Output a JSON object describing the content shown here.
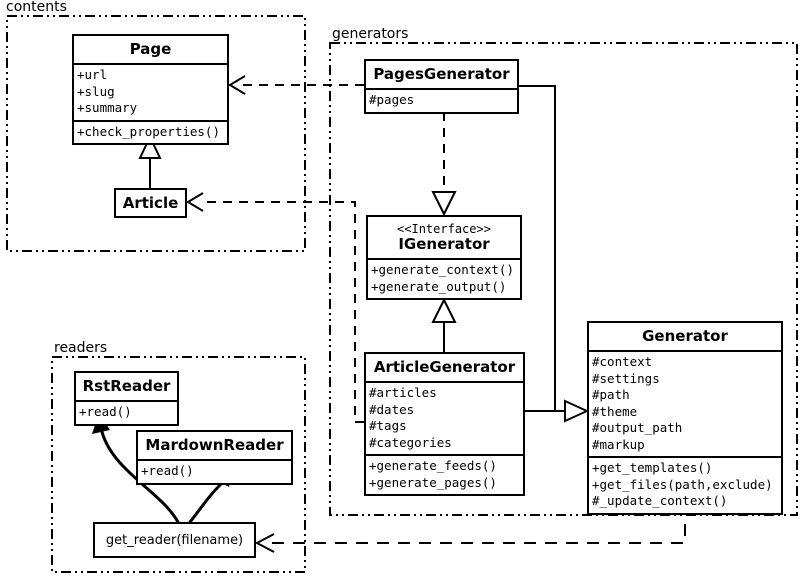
{
  "diagram": {
    "type": "uml-class-diagram",
    "packages": [
      {
        "id": "contents",
        "label": "contents"
      },
      {
        "id": "generators",
        "label": "generators"
      },
      {
        "id": "readers",
        "label": "readers"
      }
    ],
    "classes": [
      {
        "id": "page",
        "name": "Page",
        "stereotype": "",
        "package": "contents",
        "attributes": [
          "+url",
          "+slug",
          "+summary"
        ],
        "operations": [
          "+check_properties()"
        ]
      },
      {
        "id": "article",
        "name": "Article",
        "stereotype": "",
        "package": "contents",
        "attributes": [],
        "operations": []
      },
      {
        "id": "pages_generator",
        "name": "PagesGenerator",
        "stereotype": "",
        "package": "generators",
        "attributes": [
          "#pages"
        ],
        "operations": []
      },
      {
        "id": "igenerator",
        "name": "IGenerator",
        "stereotype": "<<Interface>>",
        "package": "generators",
        "attributes": [],
        "operations": [
          "+generate_context()",
          "+generate_output()"
        ]
      },
      {
        "id": "article_generator",
        "name": "ArticleGenerator",
        "stereotype": "",
        "package": "generators",
        "attributes": [
          "#articles",
          "#dates",
          "#tags",
          "#categories"
        ],
        "operations": [
          "+generate_feeds()",
          "+generate_pages()"
        ]
      },
      {
        "id": "generator",
        "name": "Generator",
        "stereotype": "",
        "package": "generators",
        "attributes": [
          "#context",
          "#settings",
          "#path",
          "#theme",
          "#output_path",
          "#markup"
        ],
        "operations": [
          "+get_templates()",
          "+get_files(path,exclude)",
          "#_update_context()"
        ]
      },
      {
        "id": "rst_reader",
        "name": "RstReader",
        "stereotype": "",
        "package": "readers",
        "attributes": [],
        "operations": [
          "+read()"
        ]
      },
      {
        "id": "mardown_reader",
        "name": "MardownReader",
        "stereotype": "",
        "package": "readers",
        "attributes": [],
        "operations": [
          "+read()"
        ]
      },
      {
        "id": "get_reader",
        "name": "get_reader(filename)",
        "stereotype": "",
        "package": "readers",
        "attributes": [],
        "operations": []
      }
    ],
    "relations": [
      {
        "from": "article",
        "to": "page",
        "kind": "generalization",
        "style": "solid"
      },
      {
        "from": "pages_generator",
        "to": "igenerator",
        "kind": "realization",
        "style": "dashed"
      },
      {
        "from": "article_generator",
        "to": "igenerator",
        "kind": "generalization",
        "style": "solid"
      },
      {
        "from": "pages_generator",
        "to": "generator",
        "kind": "generalization",
        "style": "solid"
      },
      {
        "from": "article_generator",
        "to": "generator",
        "kind": "generalization",
        "style": "solid"
      },
      {
        "from": "pages_generator",
        "to": "page",
        "kind": "dependency",
        "style": "dashed"
      },
      {
        "from": "article_generator",
        "to": "article",
        "kind": "dependency",
        "style": "dashed"
      },
      {
        "from": "generator",
        "to": "get_reader",
        "kind": "dependency",
        "style": "dashed"
      },
      {
        "from": "get_reader",
        "to": "rst_reader",
        "kind": "call",
        "style": "curved"
      },
      {
        "from": "get_reader",
        "to": "mardown_reader",
        "kind": "call",
        "style": "curved"
      }
    ],
    "colors": {
      "line": "#000000",
      "fill": "#ffffff",
      "text": "#000000"
    }
  }
}
